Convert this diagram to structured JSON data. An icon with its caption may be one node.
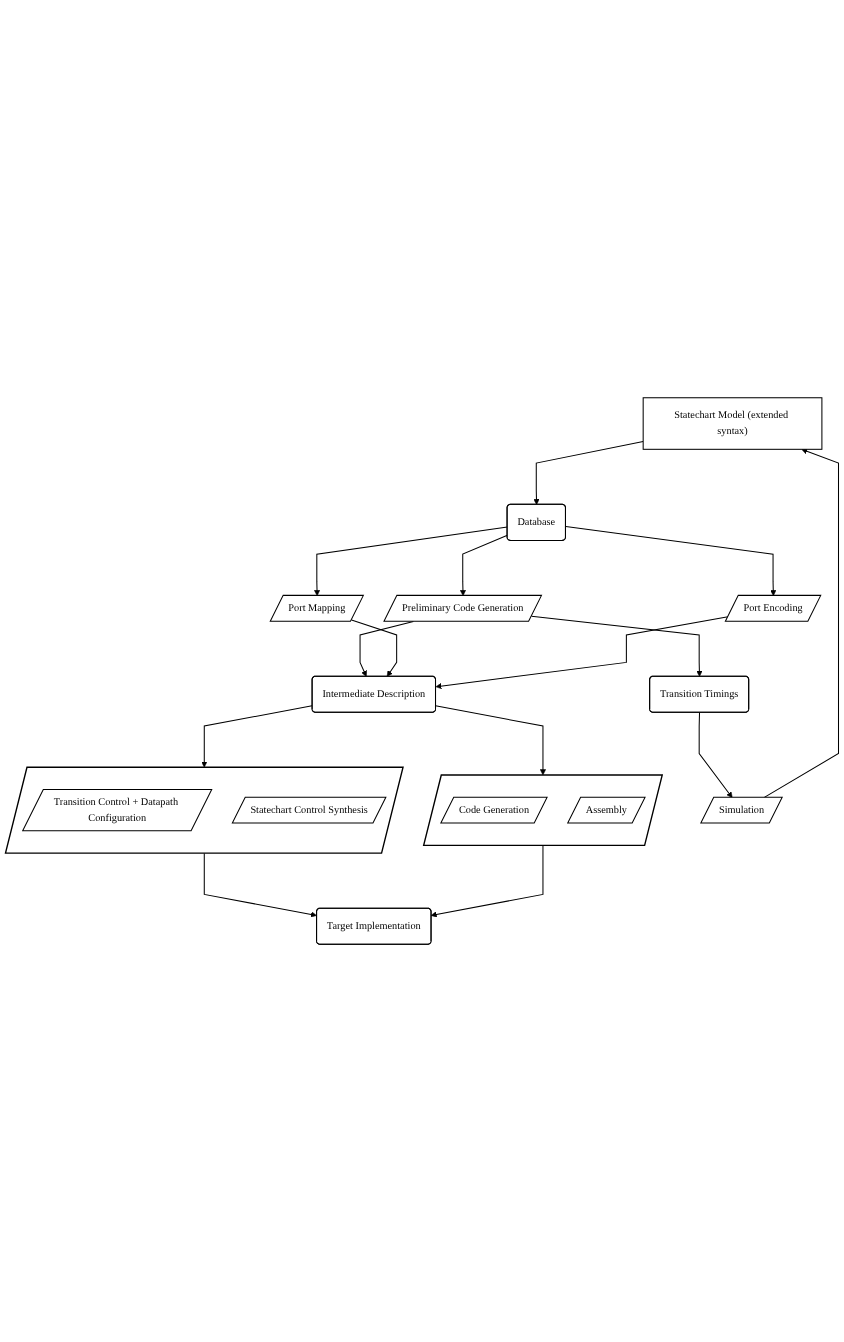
{
  "diagram": {
    "nodes": [
      {
        "text": [
          "Statechart Model (extended syntax)"
        ]
      },
      {
        "text": [
          "Simulation"
        ]
      },
      {
        "text": [
          "Transition Timings"
        ]
      },
      {
        "text": [
          "Database"
        ]
      },
      {
        "text": [
          "Preliminary Code Generation"
        ]
      },
      {
        "text": [
          "Port Encoding"
        ]
      },
      {
        "text": [
          "Port Mapping"
        ]
      },
      {
        "text": [
          "Intermediate Description"
        ]
      },
      {
        "text": [],
        "shape": "parallelogram"
      },
      {
        "text": [
          "Transition Control + Datapath Configuration"
        ],
        "in": 8
      },
      {
        "text": [
          "Statechart Control Synthesis"
        ],
        "in": 8
      },
      {
        "text": [],
        "shape": "parallelogram"
      },
      {
        "text": [
          "Code Generation"
        ],
        "in": 11
      },
      {
        "text": [
          "Assembly"
        ],
        "in": 11
      },
      {
        "text": [
          "Target Implementation"
        ]
      }
    ],
    "edges": [
      {
        "from": 0,
        "to": 3,
        "arrow": "to"
      },
      {
        "from": 3,
        "to": 4,
        "arrow": "to"
      },
      {
        "from": 3,
        "to": 6,
        "arrow": "to"
      },
      {
        "from": 3,
        "to": 5,
        "arrow": "to"
      },
      {
        "from": 4,
        "to": 2,
        "arrow": "to"
      },
      {
        "from": 2,
        "to": 1,
        "arrow": "to"
      },
      {
        "from": 1,
        "to": 0,
        "arrow": "to"
      },
      {
        "from": 4,
        "to": 7,
        "arrow": "to"
      },
      {
        "from": 6,
        "to": 7,
        "arrow": "to"
      },
      {
        "from": 5,
        "to": 7,
        "arrow": "to"
      },
      {
        "from": 7,
        "to": 8,
        "arrow": "to"
      },
      {
        "from": 7,
        "to": 11,
        "arrow": "to"
      },
      {
        "from": 8,
        "to": 14,
        "arrow": "to"
      },
      {
        "from": 11,
        "to": 14,
        "arrow": "to"
      }
    ]
  }
}
